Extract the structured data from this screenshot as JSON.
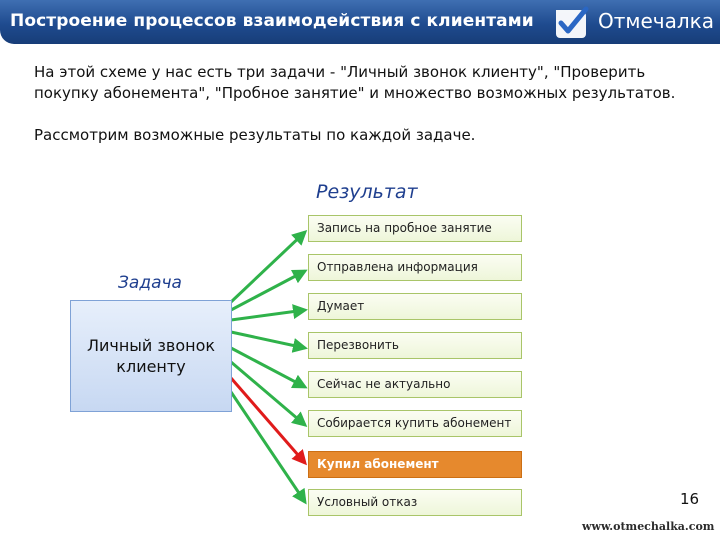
{
  "header": {
    "title": "Построение процессов взаимодействия с клиентами",
    "brand": "Отмечалка",
    "logo_icon": "checkmark-badge-icon"
  },
  "intro": {
    "paragraph1": "На этой схеме у нас есть три задачи - \"Личный звонок клиенту\", \"Проверить покупку абонемента\", \"Пробное занятие\"  и множество возможных результатов.",
    "paragraph2": "Рассмотрим возможные результаты по каждой задаче."
  },
  "diagram": {
    "result_label": "Результат",
    "task_label": "Задача",
    "task": "Личный звонок клиенту",
    "results": [
      "Запись на пробное занятие",
      "Отправлена информация",
      "Думает",
      "Перезвонить",
      "Сейчас не актуально",
      "Собирается купить абонемент",
      "Купил абонемент",
      "Условный отказ"
    ],
    "highlighted_result": "Купил абонемент",
    "colors": {
      "arrow_default": "#2fb24a",
      "arrow_highlight": "#e01b1b",
      "highlight_box": "#e6892d"
    }
  },
  "footer": {
    "page_number": "16",
    "website": "www.otmechalka.com"
  }
}
